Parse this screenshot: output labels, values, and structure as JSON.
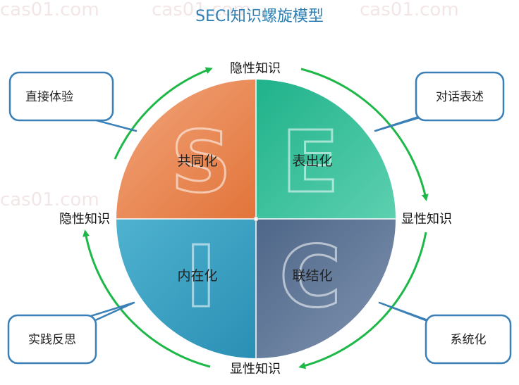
{
  "title": "SECI知识螺旋模型",
  "labels": {
    "top": "隐性知识",
    "left": "隐性知识",
    "right": "显性知识",
    "bottom": "显性知识"
  },
  "quadrants": {
    "socialization": {
      "label": "共同化",
      "letter": "S",
      "color": "#e8834e"
    },
    "externalization": {
      "label": "表出化",
      "letter": "E",
      "color": "#2db890"
    },
    "combination": {
      "label": "联结化",
      "letter": "C",
      "color": "#5d7594"
    },
    "internalization": {
      "label": "内在化",
      "letter": "I",
      "color": "#3aa4c4"
    }
  },
  "callouts": {
    "top_left": "直接体验",
    "top_right": "对话表述",
    "bottom_left": "实践反思",
    "bottom_right": "系统化"
  },
  "watermark": "cas01.com",
  "colors": {
    "arrow": "#1db848",
    "callout_border": "#3a7fb6",
    "title": "#2e7fb4"
  }
}
